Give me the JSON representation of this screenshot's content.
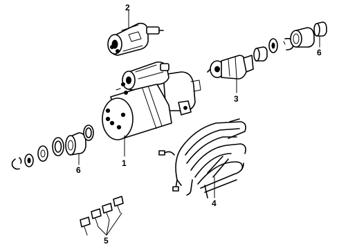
{
  "diagram": {
    "type": "exploded parts diagram",
    "callouts": [
      {
        "id": "part-1",
        "label": "1"
      },
      {
        "id": "part-2",
        "label": "2"
      },
      {
        "id": "part-3",
        "label": "3"
      },
      {
        "id": "part-4",
        "label": "4"
      },
      {
        "id": "part-5",
        "label": "5"
      },
      {
        "id": "part-6-top",
        "label": "6"
      },
      {
        "id": "part-6-left",
        "label": "6"
      }
    ]
  }
}
